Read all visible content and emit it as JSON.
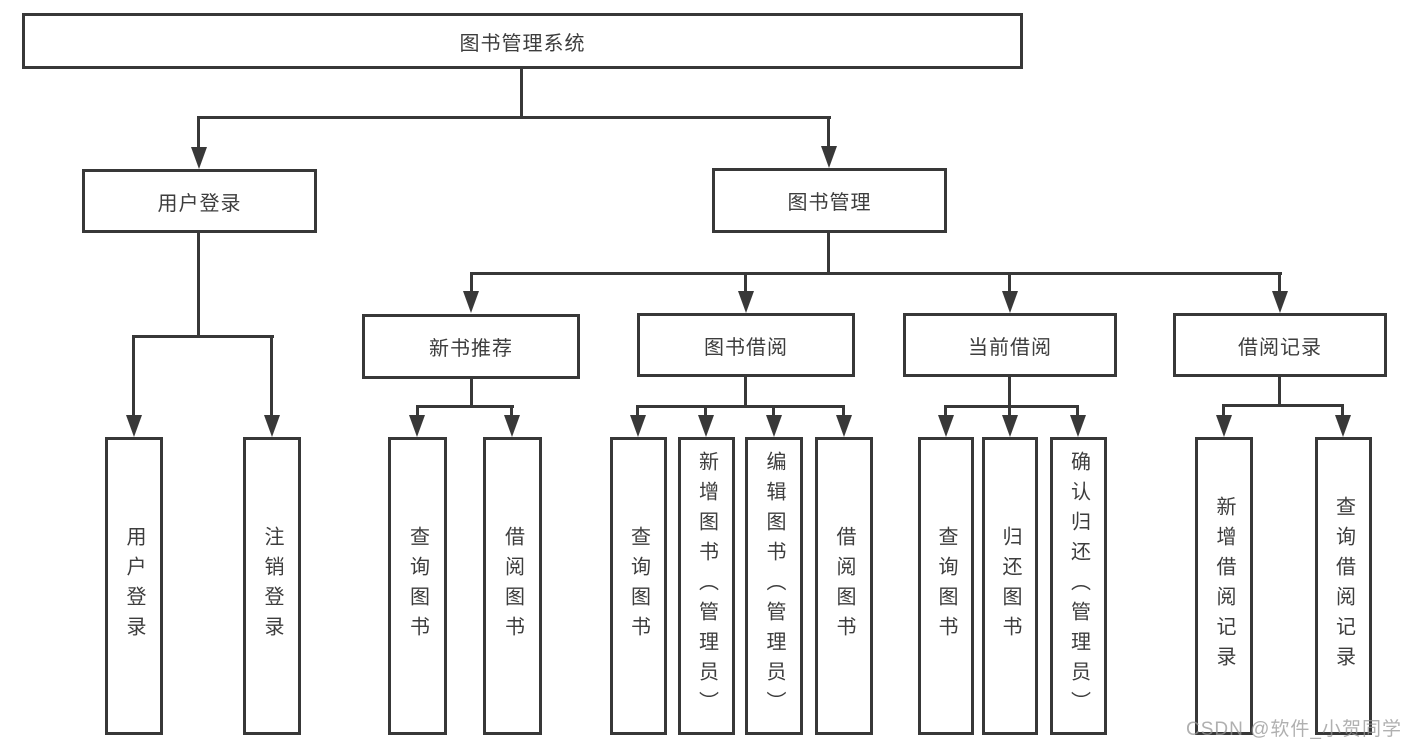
{
  "diagram_type": "hierarchy-chart",
  "colors": {
    "line": "#383838",
    "text": "#3d3d3d",
    "background": "#ffffff",
    "watermark_text_color": "#969696"
  },
  "watermark": "CSDN @软件_小贺同学",
  "tree": {
    "label": "图书管理系统",
    "children": [
      {
        "label": "用户登录",
        "children": [
          {
            "label": "用户登录"
          },
          {
            "label": "注销登录"
          }
        ]
      },
      {
        "label": "图书管理",
        "children": [
          {
            "label": "新书推荐",
            "children": [
              {
                "label": "查询图书"
              },
              {
                "label": "借阅图书"
              }
            ]
          },
          {
            "label": "图书借阅",
            "children": [
              {
                "label": "查询图书"
              },
              {
                "label": "新增图书（管理员）"
              },
              {
                "label": "编辑图书（管理员）"
              },
              {
                "label": "借阅图书"
              }
            ]
          },
          {
            "label": "当前借阅",
            "children": [
              {
                "label": "查询图书"
              },
              {
                "label": "归还图书"
              },
              {
                "label": "确认归还（管理员）"
              }
            ]
          },
          {
            "label": "借阅记录",
            "children": [
              {
                "label": "新增借阅记录"
              },
              {
                "label": "查询借阅记录"
              }
            ]
          }
        ]
      }
    ]
  }
}
